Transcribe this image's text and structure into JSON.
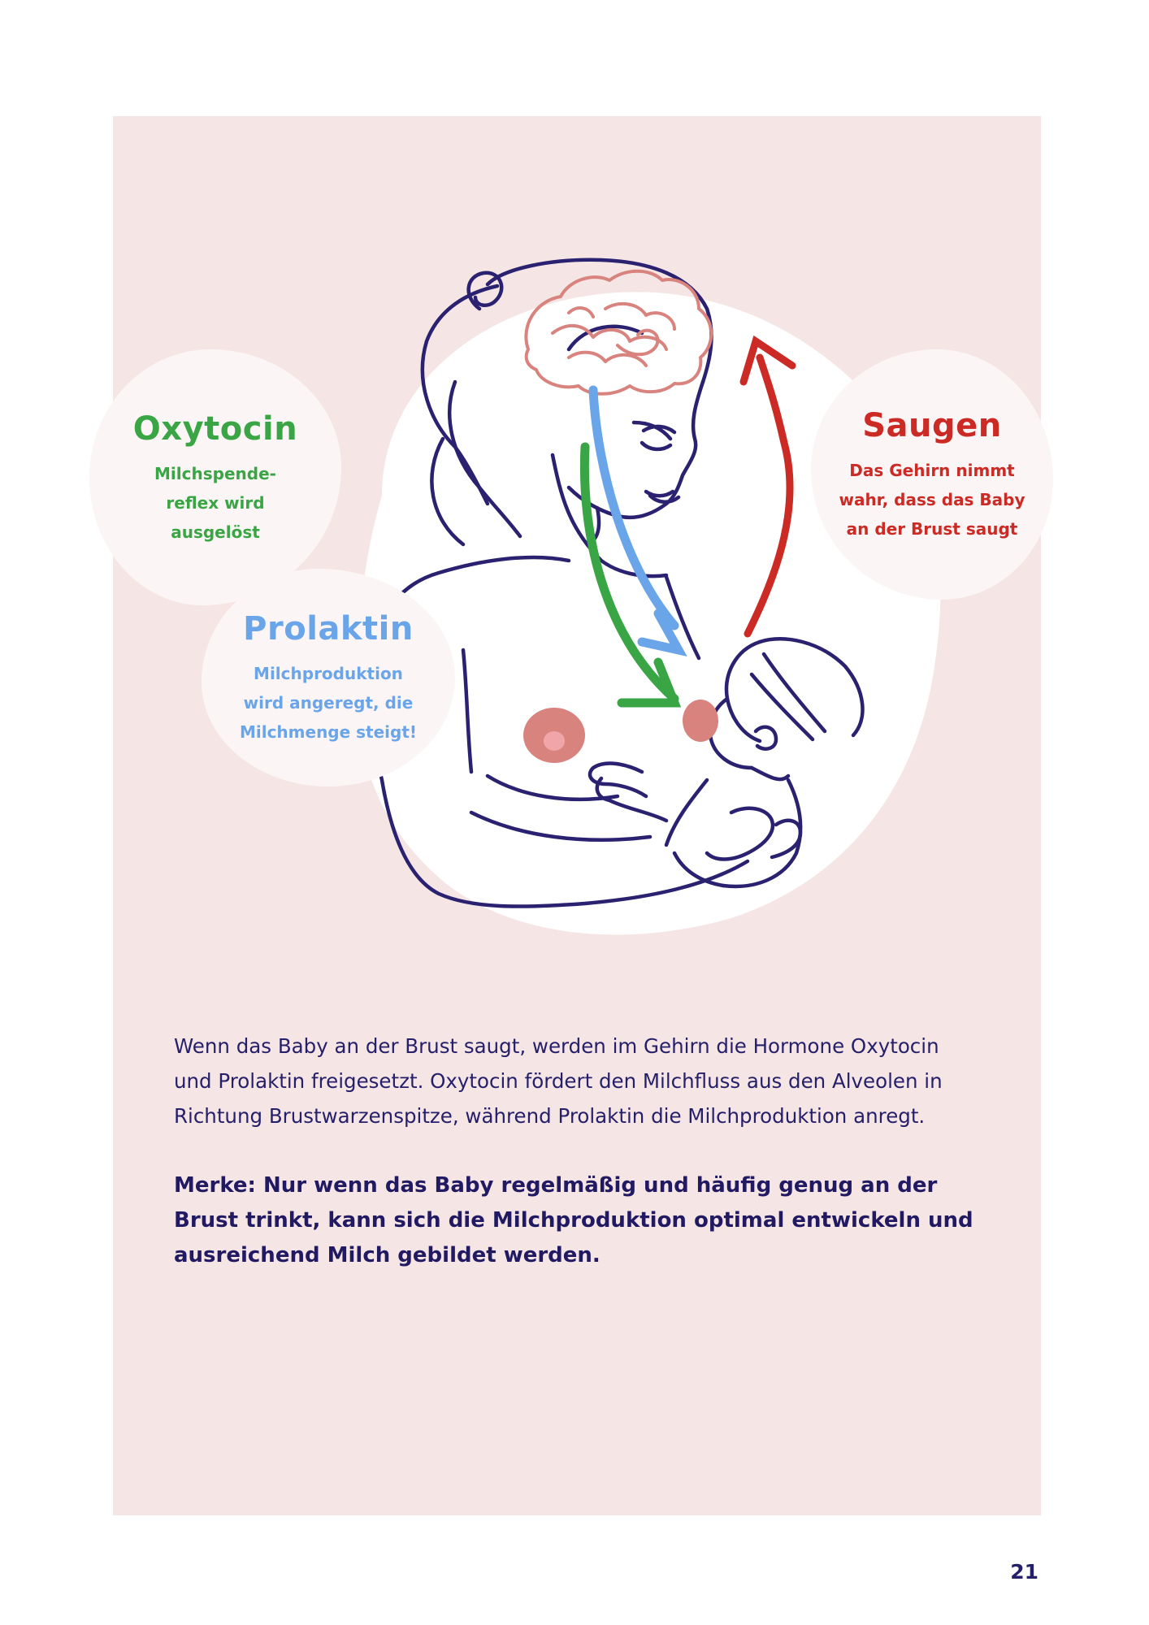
{
  "colors": {
    "panel_background": "#f5e6e5",
    "line_art": "#2a2270",
    "oxytocin": "#3aa545",
    "prolaktin": "#6aa5ea",
    "saugen": "#cc2a25",
    "brain": "#d9837e",
    "text": "#26206a"
  },
  "oxytocin": {
    "title": "Oxytocin",
    "lines": [
      "Milchspende-",
      "reflex wird",
      "ausgelöst"
    ]
  },
  "prolaktin": {
    "title": "Prolaktin",
    "lines": [
      "Milchproduktion",
      "wird angeregt, die",
      "Milchmenge steigt!"
    ]
  },
  "saugen": {
    "title": "Saugen",
    "lines": [
      "Das Gehirn nimmt",
      "wahr, dass das Baby",
      "an der Brust saugt"
    ]
  },
  "body_lines": [
    "Wenn das Baby an der Brust saugt, werden im Gehirn die Hormone Oxytocin",
    "und Prolaktin freigesetzt. Oxytocin fördert den Milchfluss aus den Alveolen in",
    "Richtung Brustwarzenspitze, während Prolaktin die Milchproduktion anregt."
  ],
  "merke_lines": [
    "Merke: Nur wenn das Baby regelmäßig und häufig genug an der",
    "Brust trinkt, kann sich die Milchproduktion optimal entwickeln  und",
    "ausreichend Milch gebildet werden."
  ],
  "page_number": "21"
}
